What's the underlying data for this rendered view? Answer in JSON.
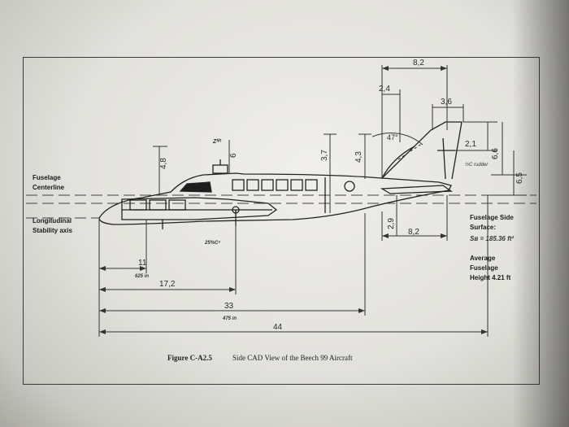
{
  "labels": {
    "fuselage_centerline_1": "Fuselage",
    "fuselage_centerline_2": "Centerline",
    "long_axis_1": "Longitudinal",
    "long_axis_2": "Stability axis",
    "side_surface_1": "Fuselage Side",
    "side_surface_2": "Surface:",
    "side_surface_3": "Sʙ = 185.36 ft²",
    "avg_height_1": "Average",
    "avg_height_2": "Fuselage",
    "avg_height_3": "Height 4.21 ft",
    "z_label": "Zᴹᵗ",
    "quarter_chord": "25%Cᵃ",
    "rudder": "½C rudder"
  },
  "dims": {
    "d_8_2_top": "8,2",
    "d_2_4": "2,4",
    "d_3_6": "3,6",
    "d_2_1": "2,1",
    "d_6_6": "6,6",
    "d_6_5": "6,5",
    "d_4_8": "4,8",
    "d_6_z": "6",
    "d_3_7": "3,7",
    "d_4_3": "4,3",
    "d_47": "47°",
    "d_2_9": "2,9",
    "d_8_2_bottom": "8,2",
    "d_11": "11",
    "d_17_2": "17,2",
    "d_33": "33",
    "d_44": "44",
    "sub_11": "625 in",
    "sub_33": "475 in"
  },
  "caption": {
    "figure_label": "Figure C-A2.5",
    "text": "Side CAD View of the Beech 99 Aircraft"
  }
}
